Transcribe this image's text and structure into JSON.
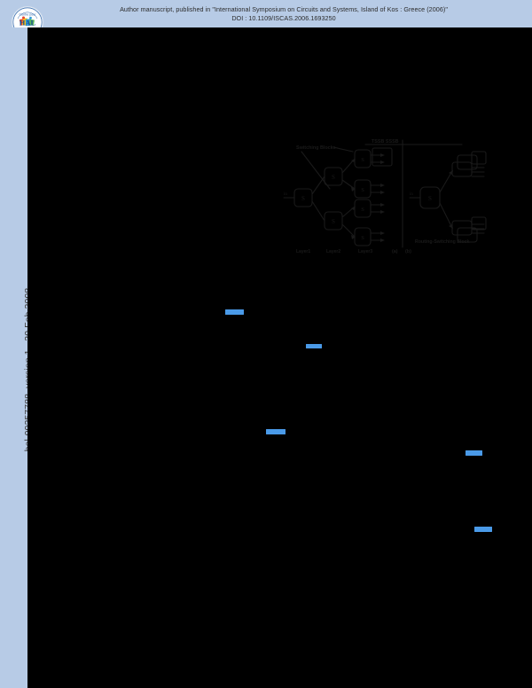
{
  "header": {
    "citation": "Author manuscript, published in \"International Symposium on Circuits and Systems, Island of Kos : Greece (2006)\"",
    "doi": "DOI : 10.1109/ISCAS.2006.1693250",
    "logo_icon": "hal-archive-logo-icon"
  },
  "sidebar": {
    "stamp": "hal-00257788, version 1 - 20 Feb 2008"
  },
  "figure": {
    "labels": {
      "switching_blocks": "Switching Blocks",
      "top_right": "TSSB  SSSB",
      "layer1": "Layer1",
      "layer2": "Layer2",
      "layer3": "Layer3",
      "sub_a": "(a)",
      "sub_b": "(b)",
      "routing_switching_block": "Routing-Switching Block",
      "input_left": "in",
      "input_right": "in"
    },
    "blocks": [
      {
        "id": "b00",
        "label": "S",
        "sub": "0,0"
      },
      {
        "id": "b10",
        "label": "S",
        "sub": "1,0"
      },
      {
        "id": "b11",
        "label": "S",
        "sub": "1,1"
      },
      {
        "id": "b20",
        "label": "S",
        "sub": "2,0"
      },
      {
        "id": "b21",
        "label": "S",
        "sub": "2,1"
      },
      {
        "id": "b22",
        "label": "S",
        "sub": "2,2"
      },
      {
        "id": "b23",
        "label": "S",
        "sub": "2,3"
      },
      {
        "id": "rsb",
        "label": "S",
        "sub": "0,0"
      }
    ]
  },
  "links": [
    {
      "id": "link-1"
    },
    {
      "id": "link-2"
    },
    {
      "id": "link-3"
    },
    {
      "id": "link-4"
    },
    {
      "id": "link-5"
    }
  ],
  "colors": {
    "header_blue": "#b7cbe6",
    "page_black": "#000000",
    "link_blue": "#4a9ae8",
    "text_dark": "#2b2b2b"
  }
}
